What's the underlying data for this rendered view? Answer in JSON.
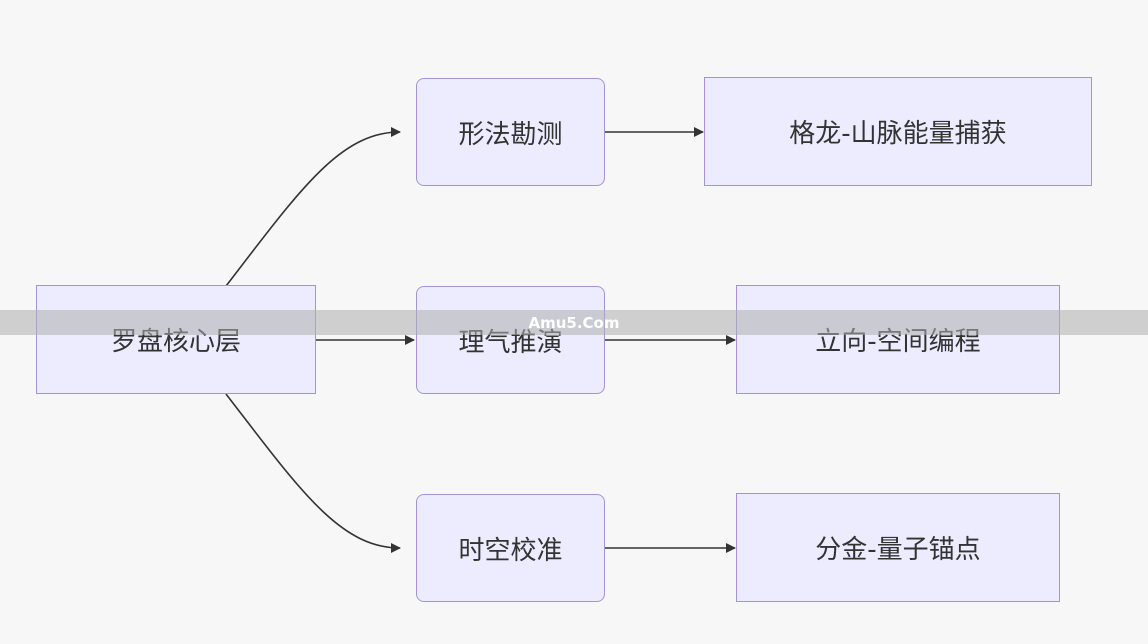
{
  "diagram": {
    "nodes": {
      "root": "罗盘核心层",
      "a1": "形法勘测",
      "a2": "理气推演",
      "a3": "时空校准",
      "b1": "格龙-山脉能量捕获",
      "b2": "立向-空间编程",
      "b3": "分金-量子锚点"
    },
    "edges": [
      {
        "from": "罗盘核心层",
        "to": "形法勘测"
      },
      {
        "from": "罗盘核心层",
        "to": "理气推演"
      },
      {
        "from": "罗盘核心层",
        "to": "时空校准"
      },
      {
        "from": "形法勘测",
        "to": "格龙-山脉能量捕获"
      },
      {
        "from": "理气推演",
        "to": "立向-空间编程"
      },
      {
        "from": "时空校准",
        "to": "分金-量子锚点"
      }
    ],
    "colors": {
      "node_fill": "#ececfe",
      "node_border": "#a394d8",
      "edge": "#333333",
      "background": "#f7f7f7"
    }
  },
  "watermark": {
    "text": "Amu5.Com"
  }
}
